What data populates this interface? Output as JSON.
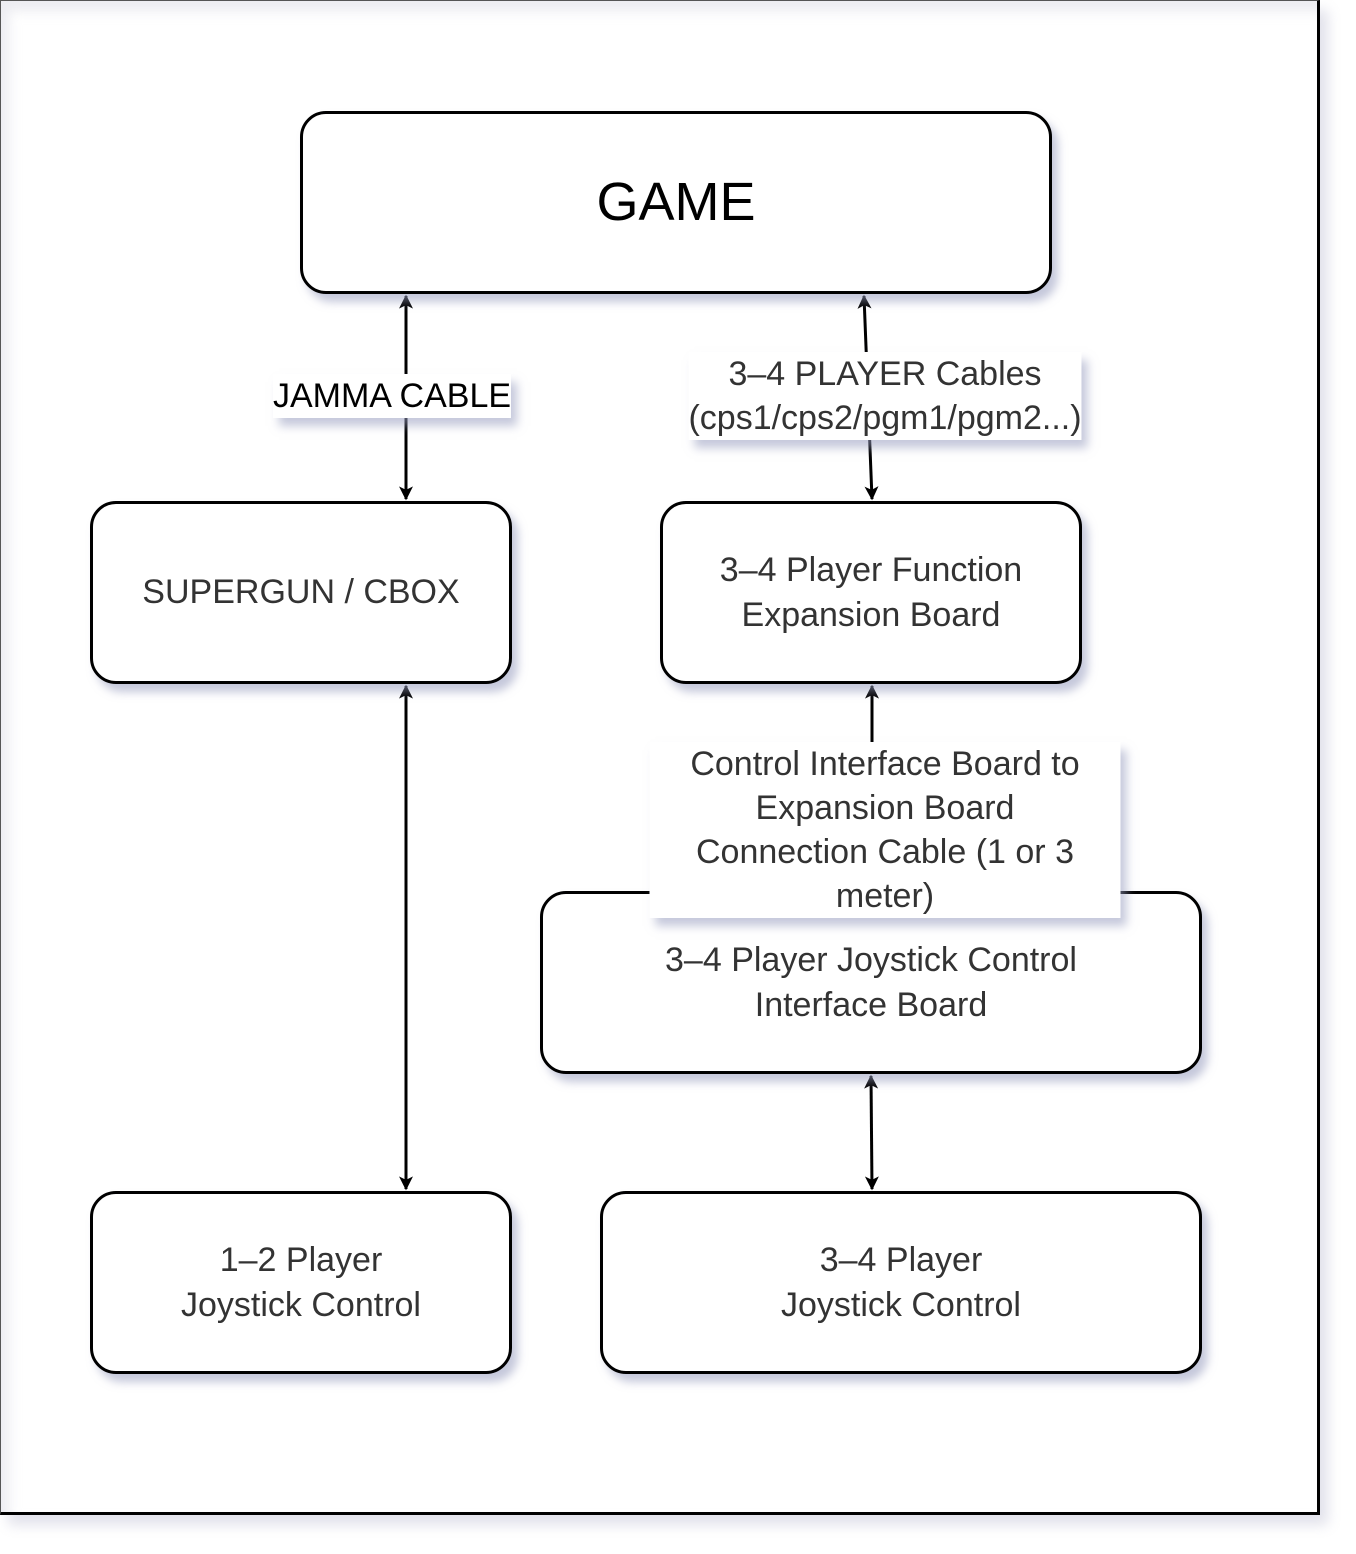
{
  "diagram": {
    "nodes": {
      "game": "GAME",
      "supergun": "SUPERGUN / CBOX",
      "expansion_board": "3–4 Player Function\nExpansion Board",
      "interface_board": "3–4 Player Joystick Control\nInterface Board",
      "joystick_12": "1–2 Player\nJoystick Control",
      "joystick_34": "3–4 Player\nJoystick Control"
    },
    "edges": [
      {
        "from": "game",
        "to": "supergun",
        "label": "JAMMA CABLE",
        "direction": "bidirectional"
      },
      {
        "from": "game",
        "to": "expansion_board",
        "label": "3–4 PLAYER Cables\n(cps1/cps2/pgm1/pgm2...)",
        "direction": "bidirectional"
      },
      {
        "from": "supergun",
        "to": "joystick_12",
        "label": "",
        "direction": "bidirectional"
      },
      {
        "from": "expansion_board",
        "to": "interface_board",
        "label": "Control Interface Board to Expansion Board\nConnection Cable (1 or 3 meter)",
        "direction": "bidirectional"
      },
      {
        "from": "interface_board",
        "to": "joystick_34",
        "label": "",
        "direction": "bidirectional"
      }
    ]
  }
}
